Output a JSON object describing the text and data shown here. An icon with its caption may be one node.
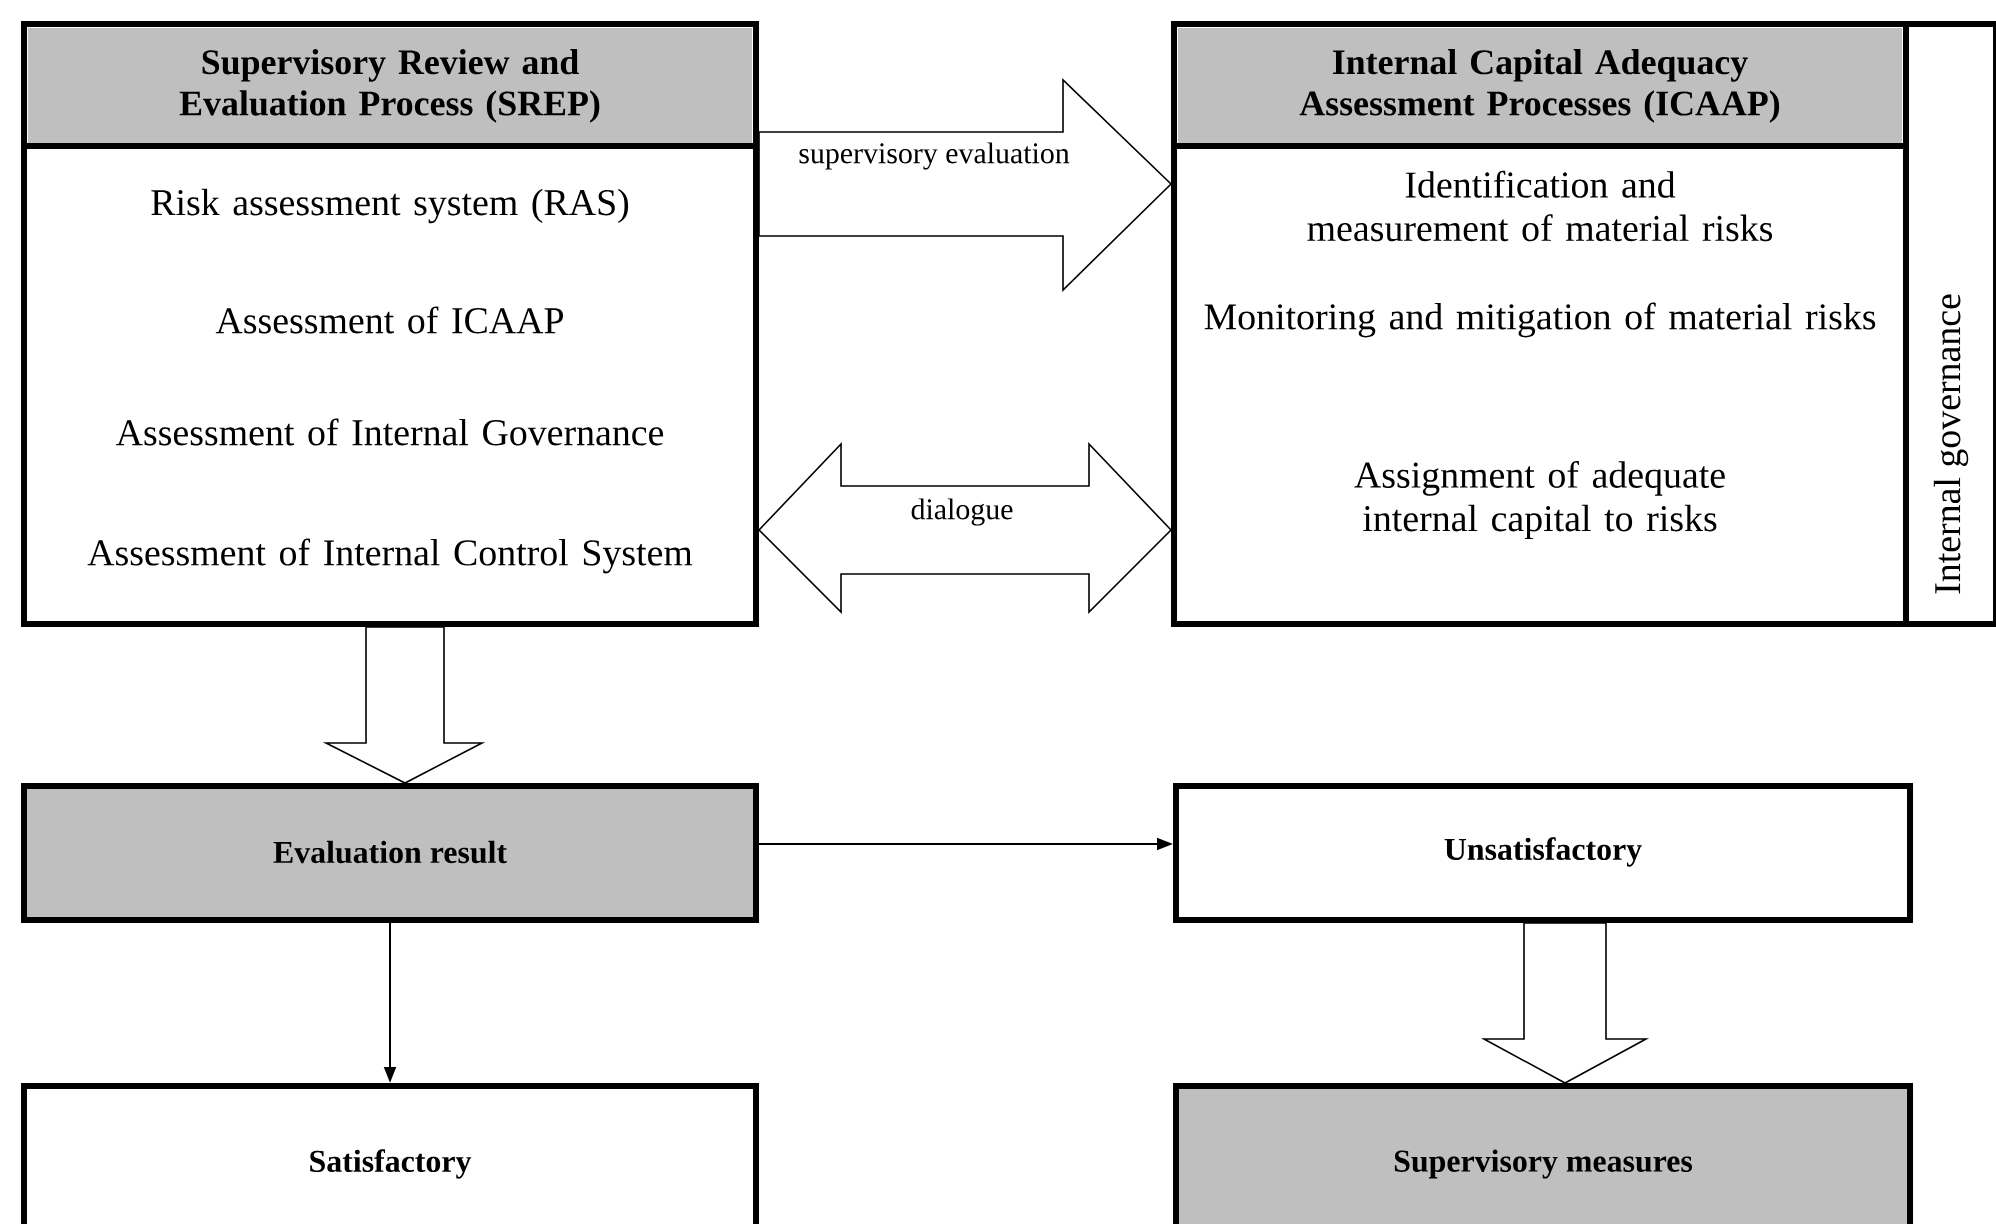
{
  "diagram": {
    "nodes": [
      {
        "text": [
          "Supervisory Review and Evaluation Process (SREP)",
          "Risk assessment system (RAS)",
          "Assessment of ICAAP",
          "Assessment of Internal Governance",
          "Assessment of Internal Control System"
        ]
      },
      {
        "text": [
          "Internal Capital Adequacy Assessment Processes (ICAAP)",
          "Identification and measurement of material risks",
          "Monitoring and mitigation of material risks",
          "Assignment of adequate internal capital to risks"
        ]
      },
      {
        "text": [
          "Internal governance"
        ]
      },
      {
        "text": [
          "Evaluation result"
        ]
      },
      {
        "text": [
          "Unsatisfactory"
        ]
      },
      {
        "text": [
          "Satisfactory"
        ]
      },
      {
        "text": [
          "Supervisory measures"
        ]
      }
    ],
    "edges": [
      {
        "from": 0,
        "to": 1,
        "arrow": "to",
        "label": "supervisory evaluation",
        "style": "thick"
      },
      {
        "from": 1,
        "to": 0,
        "arrow": "both",
        "label": "dialogue",
        "style": "thick"
      },
      {
        "from": 0,
        "to": 3,
        "arrow": "to",
        "style": "thick"
      },
      {
        "from": 3,
        "to": 4,
        "arrow": "to"
      },
      {
        "from": 3,
        "to": 5,
        "arrow": "to"
      },
      {
        "from": 4,
        "to": 6,
        "arrow": "to",
        "style": "thick"
      }
    ]
  }
}
